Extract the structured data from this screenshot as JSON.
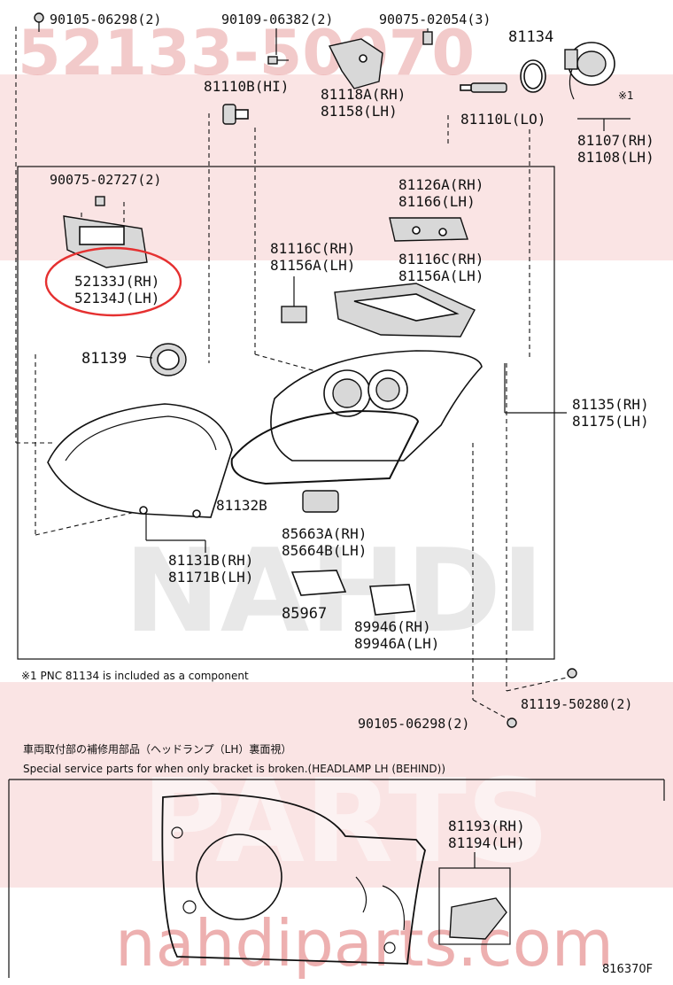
{
  "watermarks": {
    "part_number": "52133-50070",
    "brand_big": "NAHDI",
    "band": "PARTS",
    "url": "nahdiparts.com"
  },
  "callouts": {
    "c1": "90105-06298(2)",
    "c2": "90109-06382(2)",
    "c3": "90075-02054(3)",
    "c4": "81134",
    "c5": "81110B(HI)",
    "c6a": "81118A(RH)",
    "c6b": "81158(LH)",
    "c7": "81110L(LO)",
    "c8a": "81107(RH)",
    "c8b": "81108(LH)",
    "c8mark": "※1",
    "c9": "90075-02727(2)",
    "c10a": "81126A(RH)",
    "c10b": "81166(LH)",
    "c11a": "81116C(RH)",
    "c11b": "81156A(LH)",
    "c12a": "81116C(RH)",
    "c12b": "81156A(LH)",
    "c13a": "52133J(RH)",
    "c13b": "52134J(LH)",
    "c14": "81139",
    "c15a": "81135(RH)",
    "c15b": "81175(LH)",
    "c16": "81132B",
    "c17a": "85663A(RH)",
    "c17b": "85664B(LH)",
    "c18a": "81131B(RH)",
    "c18b": "81171B(LH)",
    "c19": "85967",
    "c20a": "89946(RH)",
    "c20b": "89946A(LH)",
    "c21": "81119-50280(2)",
    "c22": "90105-06298(2)",
    "c23a": "81193(RH)",
    "c23b": "81194(LH)"
  },
  "notes": {
    "footnote": "※1  PNC 81134 is included as a component",
    "service_jp": "車両取付部の補修用部品（ヘッドランプ（LH）裏面視）",
    "service_en": "Special service parts for when only bracket is broken.(HEADLAMP LH (BEHIND))"
  },
  "diagram_code": "816370F",
  "colors": {
    "highlight": "#e53030",
    "watermark_red": "#e07070",
    "watermark_gray": "#999999"
  }
}
